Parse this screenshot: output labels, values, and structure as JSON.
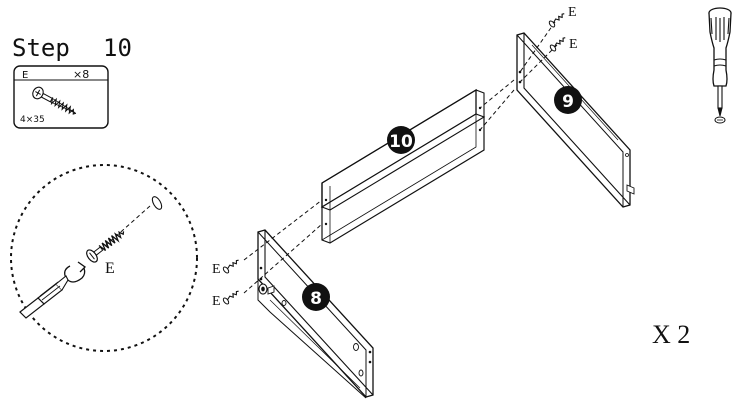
{
  "step": {
    "label": "Step",
    "number": "10"
  },
  "parts_box": {
    "part_code": "E",
    "quantity": "×8",
    "size": "4×35"
  },
  "callout": {
    "screw_code": "E"
  },
  "panels": [
    {
      "number": "10"
    },
    {
      "number": "9"
    },
    {
      "number": "8"
    }
  ],
  "screw_labels": {
    "top_1": "E",
    "top_2": "E",
    "left_1": "E",
    "left_2": "E"
  },
  "multiplier": "X 2"
}
